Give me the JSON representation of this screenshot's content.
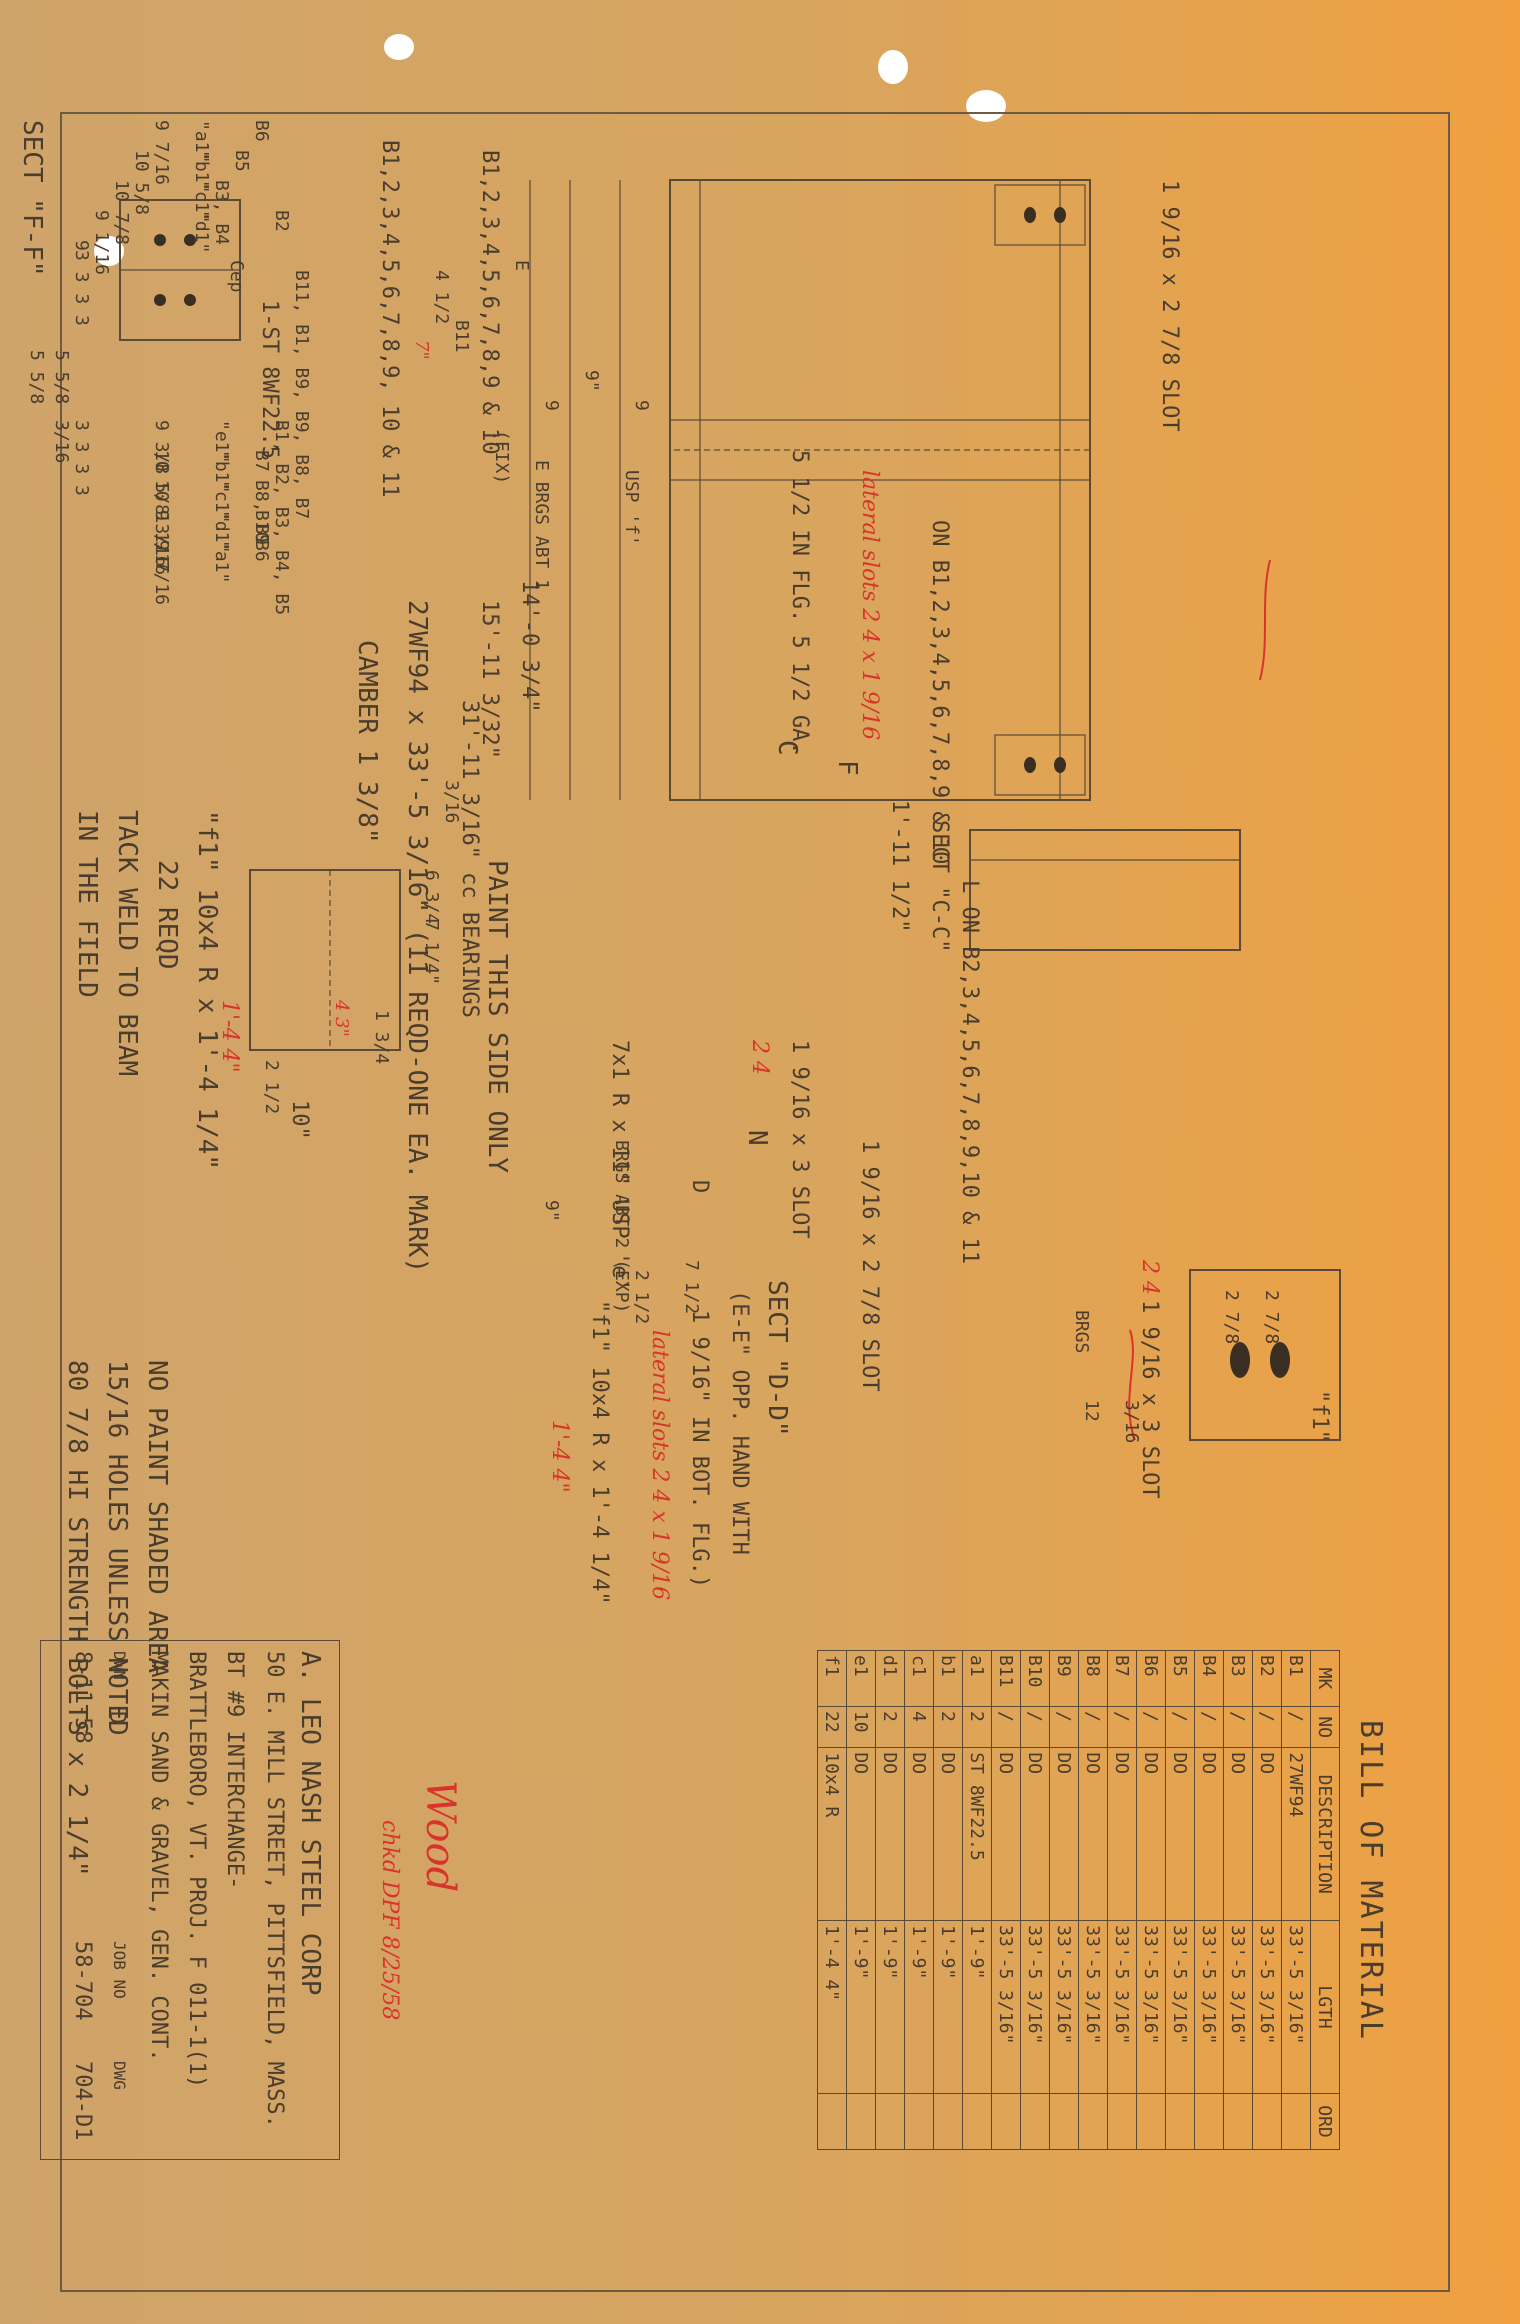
{
  "section_ff": {
    "title": "SECT \"F-F\"",
    "dims_top": [
      "\"a1\"",
      "\"b1\"",
      "\"c1\"",
      "\"d1\""
    ],
    "vals_top": [
      "9 7/16",
      "10 5/8",
      "10 7/8",
      "9 1/16",
      "9"
    ],
    "marks_top": [
      "B6",
      "B5",
      "B3, B4",
      "B2",
      "B11, B1, B9, B9, B8, B7"
    ],
    "bolts_top": "3 3 3 3",
    "cep": "Cep",
    "member": "1-ST 8WF22.5",
    "side_dims": [
      "5 5/8",
      "5 5/8"
    ],
    "weld": "3/16",
    "dims_bot": [
      "\"e1\"",
      "\"b1\"",
      "\"c1\"",
      "\"d1\"",
      "\"a1\""
    ],
    "vals_bot": [
      "9 3/8",
      "10 5/8",
      "10 13/16",
      "9 1/16",
      "9 7/16"
    ],
    "marks_bot": [
      "B1, B2, B3, B4, B5",
      "B7",
      "B8, B9",
      "B10",
      "B6"
    ],
    "bolts_bot": "3 3 3 3"
  },
  "beam": {
    "marks_left": "B1,2,3,4,5,6,7,8,9, 10 & 11",
    "marks_mid": "B1,2,3,4,5,6,7,8,9 & 10",
    "b11": "B11",
    "slot_left": "1 9/16 x 2 7/8 SLOT",
    "e_label": "E",
    "dim_412": "4 1/2",
    "dim_7": "7\"",
    "dim_9a": "9",
    "dim_9b": "9",
    "dim_9in": "9\"",
    "fix": "(FIX)",
    "brgs": "E BRGS ABT 1",
    "usp": "USP 'f'",
    "holes_flg": "5 1/2 IN FLG. 5 1/2 GA.",
    "red_lateral_top": "lateral slots 2 4 x 1 9/16",
    "dim_14": "14'-0 3/4\"",
    "dim_15": "15'-11 3/32\"",
    "dim_31": "31'-11 3/16\" cc BEARINGS",
    "member_desc": "27WF94 x 33'-5 3/16\" (11 REQD-ONE EA. MARK)",
    "camber": "CAMBER 1 3/8\"",
    "on_marks_top": "ON B1,2,3,4,5,6,7,8,9 & 10",
    "sect_cc": "SECT \"C-C\"",
    "dim_1112": "1'-11 1/2\"",
    "on_marks_bot": "L ON B2,3,4,5,6,7,8,9,10 & 11",
    "c_label": "C",
    "f_label": "F",
    "slot_right": "1 9/16 x 3 SLOT",
    "red_slot_right": "2 4",
    "slot_right2": "1 9/16 x 2 7/8 SLOT",
    "usp_right": "7x1 R x 11\" USP 'e'",
    "n_label": "N",
    "d_label": "D",
    "exp": "BRGS ABT 2 (EXP)",
    "dim_9r": "9\"",
    "dim_712": "7 1/2",
    "dim_212": "2 1/2"
  },
  "section_dd": {
    "title": "SECT \"D-D\"",
    "note1": "(E-E\" OPP. HAND WITH",
    "note2": "1 9/16\" IN BOT. FLG.)",
    "red_lateral": "lateral slots 2 4 x 1 9/16",
    "f1": "\"f1\" 10x4 R x 1'-4 1/4\"",
    "red_f1": "1'-4 4\"",
    "slot": "1 9/16 x 3 SLOT",
    "red_slot": "2 4",
    "brgs": "BRGS",
    "dim_278a": "2 7/8",
    "dim_278b": "2 7/8",
    "dim_316": "3/16",
    "dim_12": "12",
    "f1_label": "\"f1\""
  },
  "plate_f1": {
    "paint": "PAINT THIS SIDE ONLY",
    "weld": "3/16",
    "desc1": "\"f1\"  10x4 R x 1'-4 1/4\"",
    "red_len": "1'-4 4\"",
    "desc2": "22 REQD",
    "desc3": "TACK WELD TO BEAM",
    "desc4": "IN THE FIELD",
    "dim_10": "10\"",
    "dim_212": "2 1/2",
    "dim_714": "7 1/4\"",
    "dim_634": "6 3/4",
    "dim_13": "1 3/4",
    "red_3": "4 3\""
  },
  "notes": {
    "line1": "NO PAINT SHADED AREA",
    "line2": "15/16 HOLES UNLESS NOTED",
    "line3": "80 7/8 HI STRENGTH BOLTS x 2 1/4\""
  },
  "bom": {
    "title": "BILL OF MATERIAL",
    "headers": [
      "MK",
      "NO",
      "DESCRIPTION",
      "LGTH",
      "ORD"
    ],
    "rows": [
      [
        "B1",
        "/",
        "27WF94",
        "33'-5 3/16\"",
        ""
      ],
      [
        "B2",
        "/",
        "DO",
        "33'-5 3/16\"",
        ""
      ],
      [
        "B3",
        "/",
        "DO",
        "33'-5 3/16\"",
        ""
      ],
      [
        "B4",
        "/",
        "DO",
        "33'-5 3/16\"",
        ""
      ],
      [
        "B5",
        "/",
        "DO",
        "33'-5 3/16\"",
        ""
      ],
      [
        "B6",
        "/",
        "DO",
        "33'-5 3/16\"",
        ""
      ],
      [
        "B7",
        "/",
        "DO",
        "33'-5 3/16\"",
        ""
      ],
      [
        "B8",
        "/",
        "DO",
        "33'-5 3/16\"",
        ""
      ],
      [
        "B9",
        "/",
        "DO",
        "33'-5 3/16\"",
        ""
      ],
      [
        "B10",
        "/",
        "DO",
        "33'-5 3/16\"",
        ""
      ],
      [
        "B11",
        "/",
        "DO",
        "33'-5 3/16\"",
        ""
      ],
      [
        "a1",
        "2",
        "ST 8WF22.5",
        "1'-9\"",
        ""
      ],
      [
        "b1",
        "2",
        "DO",
        "1'-9\"",
        ""
      ],
      [
        "c1",
        "4",
        "DO",
        "1'-9\"",
        ""
      ],
      [
        "d1",
        "2",
        "DO",
        "1'-9\"",
        ""
      ],
      [
        "e1",
        "10",
        "DO",
        "1'-9\"",
        ""
      ],
      [
        "f1",
        "22",
        "10x4 R",
        "1'-4 4\"",
        ""
      ]
    ]
  },
  "title_block": {
    "company": "A. LEO NASH STEEL CORP",
    "address": "50 E. MILL STREET, PITTSFIELD, MASS.",
    "job": "BT #9 INTERCHANGE-",
    "location": "BRATTLEBORO, VT. PROJ. F 011-1(1)",
    "contractor": "MAKIN SAND & GRAVEL, GEN. CONT.",
    "dwn_label": "DWN",
    "dwn_by": "D",
    "date": "8-11-58",
    "job_no_label": "JOB NO",
    "job_no": "58-704",
    "dwg_label": "DWG",
    "dwg_no": "704-D1",
    "sig": "Wood",
    "chkd": "chkd DPF 8/25/58"
  }
}
